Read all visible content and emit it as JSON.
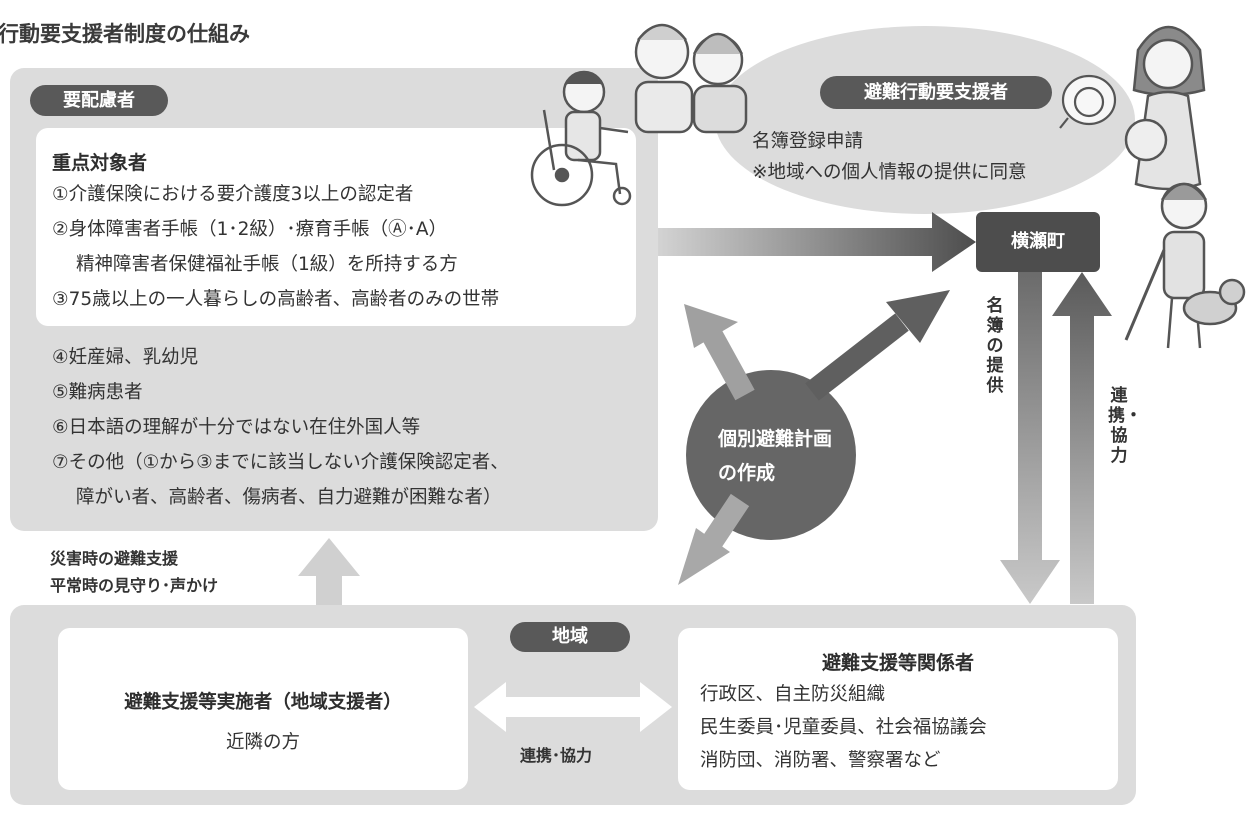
{
  "title": "行動要支援者制度の仕組み",
  "left_panel": {
    "badge": "要配慮者",
    "focus_title": "重点対象者",
    "focus_items": [
      "①介護保険における要介護度3以上の認定者",
      "②身体障害者手帳（1･2級）･療育手帳（Ⓐ･A）",
      "精神障害者保健福祉手帳（1級）を所持する方",
      "③75歳以上の一人暮らしの高齢者、高齢者のみの世帯"
    ],
    "other_items": [
      "④妊産婦、乳幼児",
      "⑤難病患者",
      "⑥日本語の理解が十分ではない在住外国人等",
      "⑦その他（①から③までに該当しない介護保険認定者、",
      "障がい者、高齢者、傷病者、自力避難が困難な者）"
    ]
  },
  "right_group": {
    "badge": "避難行動要支援者",
    "line1": "名簿登録申請",
    "line2": "※地域への個人情報の提供に同意"
  },
  "town": "横瀬町",
  "center_circle": {
    "line1": "個別避難計画",
    "line2": "の作成"
  },
  "down_label": "名簿の提供",
  "up_label": "連携・協力",
  "left_support": {
    "line1": "災害時の避難支援",
    "line2": "平常時の見守り･声かけ"
  },
  "bottom_panel": {
    "badge": "地域",
    "implementer_title": "避難支援等実施者（地域支援者）",
    "implementer_sub": "近隣の方",
    "middle_label": "連携･協力",
    "related_title": "避難支援等関係者",
    "related_items": [
      "行政区、自主防災組織",
      "民生委員･児童委員、社会福協議会",
      "消防団、消防署、警察署など"
    ]
  },
  "colors": {
    "panel": "#dcdcdc",
    "dark": "#4d4d4d",
    "circle": "#666666",
    "arrow": "#a6a6a6",
    "arrow_dark": "#595959"
  },
  "icons": [
    "wheelchair-user-icon",
    "elderly-couple-icon",
    "baby-icon",
    "pregnant-woman-icon",
    "visually-impaired-person-with-guide-dog-icon"
  ]
}
